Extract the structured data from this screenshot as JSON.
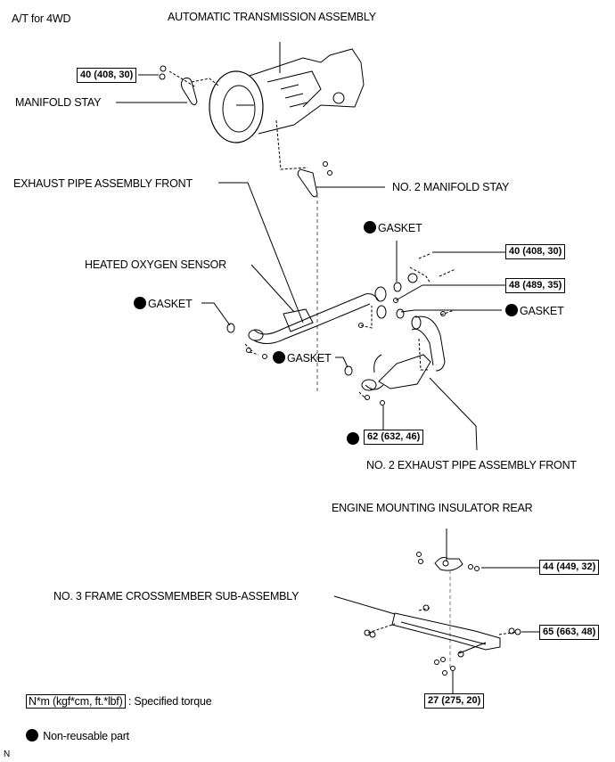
{
  "header": {
    "variant": "A/T for 4WD",
    "title": "AUTOMATIC TRANSMISSION ASSEMBLY"
  },
  "parts": {
    "manifold_stay": "MANIFOLD STAY",
    "no2_manifold_stay": "NO. 2 MANIFOLD STAY",
    "exhaust_pipe_front": "EXHAUST PIPE ASSEMBLY FRONT",
    "heated_oxygen_sensor": "HEATED OXYGEN SENSOR",
    "gasket_top": "GASKET",
    "gasket_left": "GASKET",
    "gasket_right": "GASKET",
    "gasket_mid": "GASKET",
    "no2_exhaust_pipe_front": "NO. 2 EXHAUST PIPE ASSEMBLY FRONT",
    "engine_mounting_insulator_rear": "ENGINE MOUNTING INSULATOR REAR",
    "no3_frame_crossmember": "NO. 3 FRAME CROSSMEMBER SUB-ASSEMBLY"
  },
  "torques": {
    "manifold_stay_bolt": "40 (408, 30)",
    "exhaust_bolt_upper": "40 (408, 30)",
    "exhaust_nut": "48 (489, 35)",
    "no2_exhaust_nut": "62 (632, 46)",
    "insulator_bolt": "44 (449, 32)",
    "crossmember_bolt": "65 (663, 48)",
    "lower_bolt": "27 (275, 20)"
  },
  "legend": {
    "torque_unit": "N*m (kgf*cm, ft.*lbf)",
    "torque_desc": ": Specified torque",
    "non_reusable": "Non-reusable part"
  },
  "footer": {
    "code": "N"
  }
}
